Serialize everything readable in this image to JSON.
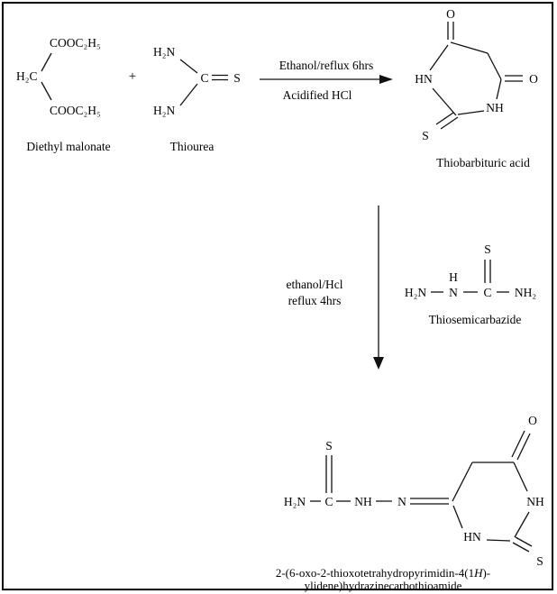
{
  "scheme": {
    "reactant1": {
      "label": "Diethyl malonate",
      "atoms": {
        "top": "COOC₂H₅",
        "center": "H₂C",
        "bottom": "COOC₂H₅"
      }
    },
    "plus": "+",
    "reactant2": {
      "label": "Thiourea",
      "atoms": {
        "top": "H₂N",
        "bottom": "H₂N",
        "carbon": "C",
        "sulfur": "S"
      }
    },
    "arrow1": {
      "above": "Ethanol/reflux 6hrs",
      "below": "Acidified HCl"
    },
    "product1": {
      "label": "Thiobarbituric acid",
      "atoms": {
        "o_top": "O",
        "o_right": "O",
        "n_left": "HN",
        "n_bottom": "NH",
        "s_bottom": "S"
      }
    },
    "arrow2": {
      "line1": "ethanol/Hcl",
      "line2": "reflux 4hrs"
    },
    "reagent2": {
      "label": "Thiosemicarbazide",
      "atoms": {
        "h2n": "H₂N",
        "h": "H",
        "n": "N",
        "c": "C",
        "s": "S",
        "nh2": "NH₂"
      }
    },
    "product2": {
      "name_line1_pre": "2-(6-oxo-2-thioxotetrahydropyrimidin-4(1",
      "name_line1_italic": "H",
      "name_line1_post": ")-",
      "name_line2": "ylidene)hydrazinecarbothioamide",
      "atoms": {
        "h2n": "H₂N",
        "c": "C",
        "s_thioamide": "S",
        "nh_chain": "NH",
        "n_chain": "N",
        "o_ring": "O",
        "nh_ring": "NH",
        "hn_ring": "HN",
        "s_ring": "S"
      }
    }
  }
}
